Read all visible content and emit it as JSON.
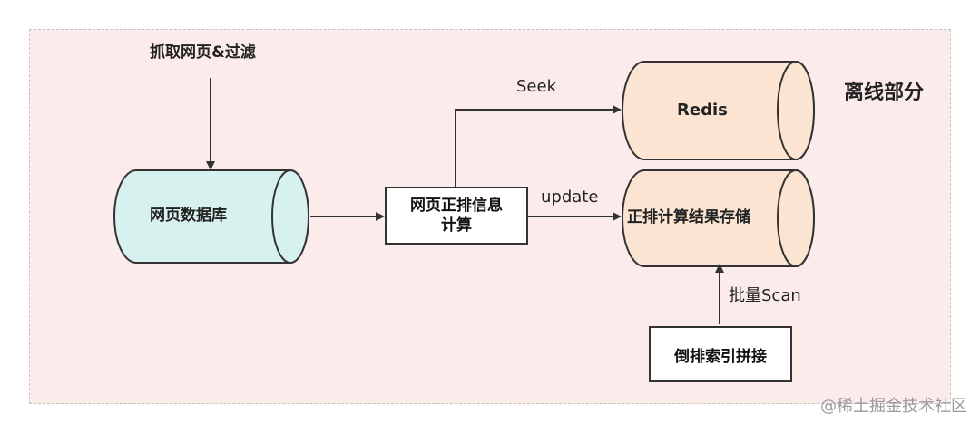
{
  "diagram": {
    "section_label": "离线部分",
    "nodes": {
      "crawl": "抓取网页&过滤",
      "webpage_db": "网页数据库",
      "compute_line1": "网页正排信息",
      "compute_line2": "计算",
      "redis": "Redis",
      "forward_store": "正排计算结果存储",
      "inverted_merge": "倒排索引拼接"
    },
    "edges": {
      "seek": "Seek",
      "update": "update",
      "batch_scan": "批量Scan"
    }
  },
  "watermark": "@稀土掘金技术社区",
  "colors": {
    "region_bg": "#fbeceb",
    "db_fill": "#d7f1ef",
    "store_fill": "#fbe5d2",
    "stroke": "#333333"
  }
}
